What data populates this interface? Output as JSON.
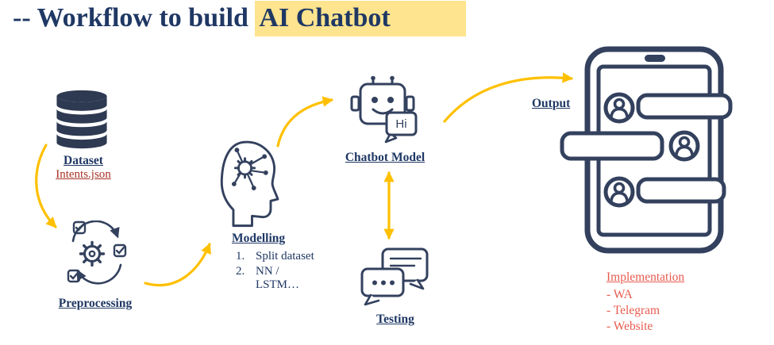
{
  "title": {
    "prefix": "-- Workflow to build ",
    "highlight": "AI Chatbot"
  },
  "colors": {
    "navy_text": "#1f3864",
    "icon_navy": "#33415e",
    "gold_arrow": "#ffc000",
    "title_highlight": "#ffe48f",
    "dark_red": "#a93226",
    "coral_red": "#e85c50"
  },
  "icons": {
    "dataset": "database-cylinder-icon",
    "preprocessing": "gear-cycle-checkboxes-icon",
    "modelling": "head-circuit-brain-icon",
    "chatbot": "robot-head-speech-bubble-icon",
    "testing": "chat-bubbles-icon",
    "implementation": "smartphone-chat-icon"
  },
  "nodes": {
    "dataset": {
      "label": "Dataset",
      "file": "Intents.json"
    },
    "preprocessing": {
      "label": "Preprocessing"
    },
    "modelling": {
      "label": "Modelling",
      "items": [
        "Split dataset",
        "NN /\nLSTM…"
      ]
    },
    "chatbot": {
      "label": "Chatbot Model",
      "bubble": "Hi"
    },
    "testing": {
      "label": "Testing"
    },
    "output": {
      "label": "Output"
    },
    "implementation": {
      "label": "Implementation",
      "items": [
        "- WA",
        "- Telegram",
        "- Website"
      ]
    }
  }
}
